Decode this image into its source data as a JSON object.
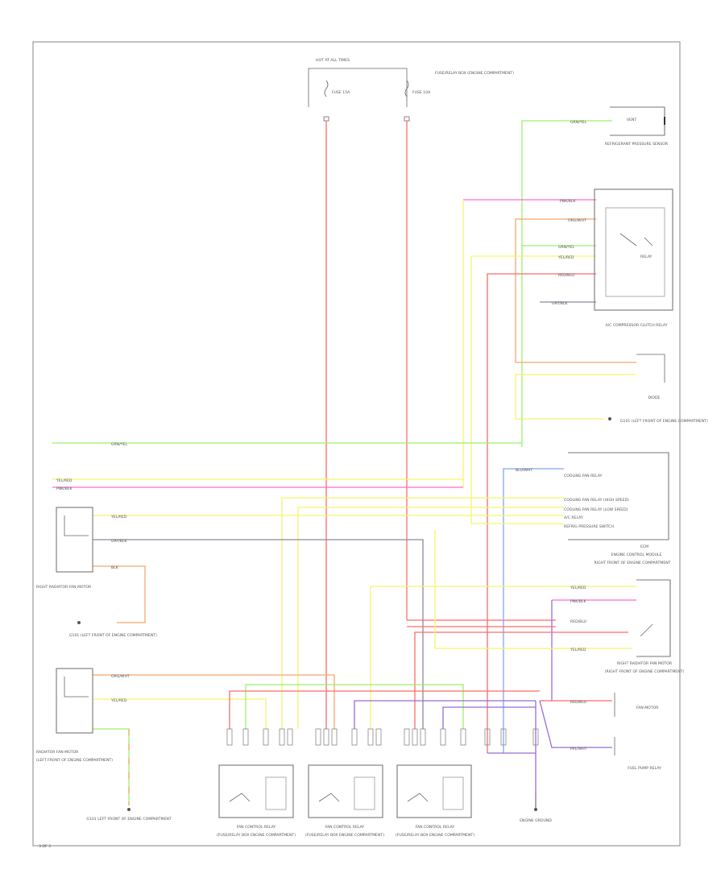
{
  "colors": {
    "red": "#ff6b6b",
    "pink": "#ff6bd6",
    "yellow": "#f5f56b",
    "green": "#9cf06b",
    "orange": "#f5a86b",
    "purple": "#9b6bd6",
    "gray": "#8a8a9a",
    "blue": "#7fa8f0",
    "frame": "#9a9a9a"
  },
  "labels": {
    "fuse_panel": "HOT AT ALL TIMES",
    "fuse_a": "FUSE 15A",
    "fuse_b": "FUSE 10A",
    "fuse_block_note": "FUSE/RELAY BOX (ENGINE COMPARTMENT)",
    "vent_lbl": "VENT",
    "vent_comp": "REFRIGERANT PRESSURE SENSOR",
    "ac_comp": "A/C COMPRESSOR CLUTCH RELAY",
    "relay_lbl": "RELAY",
    "diode": "DIODE",
    "g_ground": "G101 (LEFT FRONT OF ENGINE COMPARTMENT)",
    "ecm": "ECM",
    "pcm_lbl": "ENGINE CONTROL MODULE",
    "pcm_pin1": "COOLING FAN RELAY",
    "pcm_pin2": "COOLING FAN RELAY (HIGH SPEED)",
    "pcm_pin3": "COOLING FAN RELAY (LOW SPEED)",
    "pcm_pin4": "A/C RELAY",
    "pcm_pin5": "REFRIG PRESSURE SWITCH",
    "pcm_bottom": "RIGHT FRONT OF ENGINE COMPARTMENT",
    "rh_fan_lbl": "RIGHT RADIATOR FAN MOTOR",
    "rh_fan_sub": "(RIGHT FRONT OF ENGINE COMPARTMENT)",
    "dual_fan_lbl": "FAN MOTOR",
    "fuel_lbl": "FUEL PUMP RELAY",
    "left_fan_lbl": "RADIATOR FAN MOTOR",
    "left_fan_sub": "(LEFT FRONT OF ENGINE COMPARTMENT)",
    "left_mid_lbl": "RIGHT RADIATOR FAN MOTOR",
    "g_bottom": "G101 LEFT FRONT OF ENGINE COMPARTMENT",
    "relay1": "FAN CONTROL RELAY",
    "relay2": "FAN CONTROL RELAY",
    "relay3": "FAN CONTROL RELAY",
    "relay_sub": "(FUSE/RELAY BOX ENGINE COMPARTMENT)",
    "ground_right": "ENGINE GROUND",
    "page_no": "3 OF 3",
    "wire_grn": "GRN/YEL",
    "wire_red": "RED/BLU",
    "wire_yel": "YEL/RED",
    "wire_org": "ORG/WHT",
    "wire_pnk": "PNK/BLK",
    "wire_gry": "GRY/BLK",
    "wire_blk": "BLK",
    "wire_blu": "BLU/WHT",
    "wire_pur": "PPL/WHT"
  }
}
